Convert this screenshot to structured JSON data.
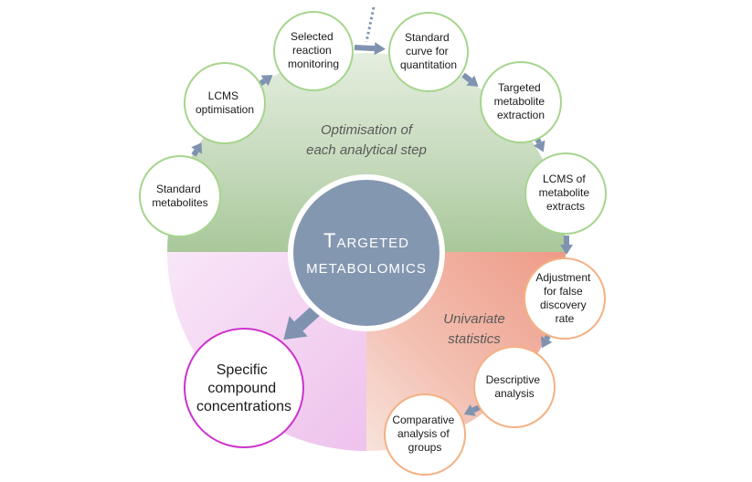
{
  "center": {
    "line1": "Targeted",
    "line2": "metabolomics"
  },
  "regions": {
    "optimisation": {
      "line1": "Optimisation of",
      "line2": "each analytical step"
    },
    "univariate": {
      "line1": "Univariate",
      "line2": "statistics"
    }
  },
  "nodes": {
    "standard_metabolites": [
      "Standard",
      "metabolites"
    ],
    "lcms_optimisation": [
      "LCMS",
      "optimisation"
    ],
    "selected_reaction_monitoring": [
      "Selected",
      "reaction",
      "monitoring"
    ],
    "standard_curve": [
      "Standard",
      "curve for",
      "quantitation"
    ],
    "targeted_extraction": [
      "Targeted",
      "metabolite",
      "extraction"
    ],
    "lcms_extracts": [
      "LCMS of",
      "metabolite",
      "extracts"
    ],
    "false_discovery": [
      "Adjustment",
      "for false",
      "discovery",
      "rate"
    ],
    "descriptive_analysis": [
      "Descriptive",
      "analysis"
    ],
    "comparative_analysis": [
      "Comparative",
      "analysis of",
      "groups"
    ],
    "specific_concentrations": [
      "Specific",
      "compound",
      "concentrations"
    ]
  },
  "colors": {
    "green_region": "#c9dcc1",
    "orange_region": "#f2a995",
    "pink_region": "#f1c5ef",
    "green_border": "#a6d58e",
    "orange_border": "#f4b183",
    "pink_border": "#cc33cc",
    "center_fill": "#8497b0",
    "arrow": "#7f93b1"
  }
}
